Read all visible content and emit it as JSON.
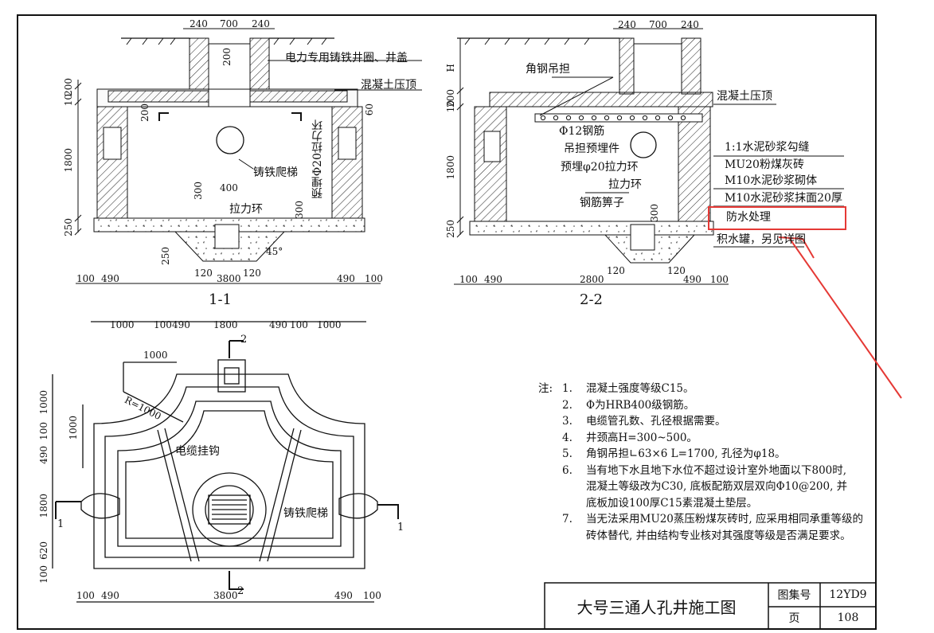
{
  "drawing_title": "大号三通人孔井施工图",
  "title_block": {
    "atlas_label": "图集号",
    "atlas_value": "12YD9",
    "page_label": "页",
    "page_value": "108"
  },
  "sections": {
    "s11": {
      "title": "1-1",
      "labels": {
        "cover": "电力专用铸铁井圈、井盖",
        "roof": "混凝土压顶",
        "ring_embed": "预埋Φ20拉力环",
        "ladder": "铸铁爬梯",
        "pull_ring": "拉力环"
      },
      "dims": {
        "top": [
          "240",
          "700",
          "240"
        ],
        "neck": "200",
        "left_stack": [
          "10",
          "200",
          "1800",
          "250"
        ],
        "inner_200": "200",
        "right_60": "60",
        "ladder_300": "300",
        "ladder_400": "400",
        "ring_300": "300",
        "sump_250": "250",
        "angle": "45°",
        "sump_120": [
          "120",
          "120"
        ],
        "bottom": [
          "100",
          "490",
          "3800",
          "490",
          "100"
        ]
      }
    },
    "s22": {
      "title": "2-2",
      "labels": {
        "hanger": "角钢吊担",
        "roof": "混凝土压顶",
        "rebar": "Φ12钢筋",
        "embed": "吊担预埋件",
        "ring_embed": "预埋φ20拉力环",
        "pull_ring": "拉力环",
        "grate": "钢筋箅子",
        "mortar_joint": "1:1水泥砂浆勾缝",
        "brick": "MU20粉煤灰砖",
        "masonry": "M10水泥砂浆砌体",
        "plaster": "M10水泥砂浆抹面20厚",
        "waterproof": "防水处理",
        "sump": "积水罐，另见详图"
      },
      "dims": {
        "top": [
          "240",
          "700",
          "240"
        ],
        "H": "H",
        "left_stack": [
          "200",
          "10",
          "1800",
          "250"
        ],
        "ring_300": "300",
        "sump_120": [
          "120",
          "120"
        ],
        "bottom": [
          "100",
          "490",
          "2800",
          "490",
          "100"
        ]
      }
    },
    "plan": {
      "labels": {
        "radius": "R=1000",
        "hook": "电缆挂钩",
        "ladder": "铸铁爬梯",
        "cut1_left": "1",
        "cut1_right": "1",
        "cut2_top": "2",
        "cut2_bottom": "2"
      },
      "dims": {
        "top": [
          "1000",
          "100",
          "490",
          "1800",
          "490",
          "100",
          "1000"
        ],
        "inner_1000": "1000",
        "left_outer": [
          "1000",
          "100",
          "490",
          "1800",
          "620",
          "100"
        ],
        "left_inner": "1000",
        "bottom": [
          "100",
          "490",
          "3800",
          "490",
          "100"
        ]
      }
    }
  },
  "notes": {
    "prefix": "注:",
    "items": [
      [
        "1.",
        "混凝土强度等级C15。"
      ],
      [
        "2.",
        "Φ为HRB400级钢筋。"
      ],
      [
        "3.",
        "电缆管孔数、孔径根据需要。"
      ],
      [
        "4.",
        "井颈高H=300~500。"
      ],
      [
        "5.",
        "角钢吊担∟63×6 L=1700, 孔径为φ18。"
      ],
      [
        "6.",
        "当有地下水且地下水位不超过设计室外地面以下800时,"
      ],
      [
        "",
        "混凝土等级改为C30, 底板配筋双层双向Φ10@200, 并"
      ],
      [
        "",
        "底板加设100厚C15素混凝土垫层。"
      ],
      [
        "7.",
        "当无法采用MU20蒸压粉煤灰砖时, 应采用相同承重等级的"
      ],
      [
        "",
        "砖体替代, 并由结构专业核对其强度等级是否满足要求。"
      ]
    ]
  },
  "highlight_color": "#e53935"
}
